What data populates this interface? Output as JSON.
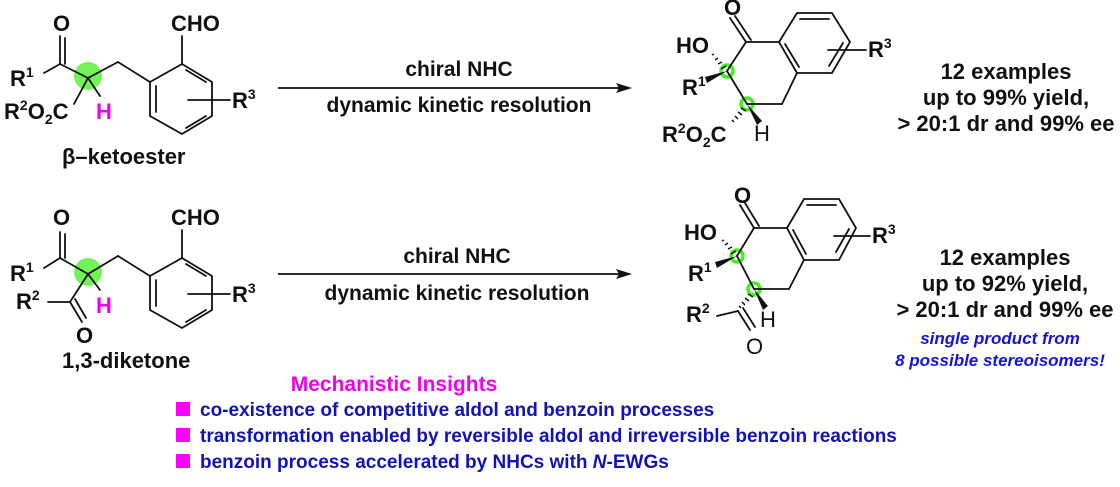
{
  "colors": {
    "highlight": "#ee00ee",
    "stereocenter": "#44ee22",
    "note_text": "#1414d2",
    "mechanism_text": "#1212bb",
    "bullet": "#ff00ff"
  },
  "reaction1": {
    "substrate_name": "β–ketoester",
    "substrate_atoms": {
      "ketone_O": "O",
      "aldehyde": "CHO",
      "r1": "R",
      "r1_sup": "1",
      "ester_r": "R",
      "ester_sup": "2",
      "ester_o": "O",
      "ester_sub": "2",
      "ester_c": "C",
      "h": "H",
      "r3": "R",
      "r3_sup": "3"
    },
    "reagent_above": "chiral NHC",
    "reagent_below": "dynamic kinetic resolution",
    "product_atoms": {
      "ketone_O": "O",
      "ho": "HO",
      "r1": "R",
      "r1_sup": "1",
      "ester_r": "R",
      "ester_sup": "2",
      "ester_o": "O",
      "ester_sub": "2",
      "ester_c": "C",
      "h": "H",
      "r3": "R",
      "r3_sup": "3"
    },
    "results": [
      "12 examples",
      "up to 99% yield,",
      "> 20:1 dr and 99% ee"
    ]
  },
  "reaction2": {
    "substrate_name": "1,3-diketone",
    "substrate_atoms": {
      "ketone_O": "O",
      "ketone2_O": "O",
      "aldehyde": "CHO",
      "r1": "R",
      "r1_sup": "1",
      "r2": "R",
      "r2_sup": "2",
      "h": "H",
      "r3": "R",
      "r3_sup": "3"
    },
    "reagent_above": "chiral NHC",
    "reagent_below": "dynamic kinetic resolution",
    "product_atoms": {
      "ketone_O": "O",
      "ketone2_O": "O",
      "ho": "HO",
      "r1": "R",
      "r1_sup": "1",
      "r2": "R",
      "r2_sup": "2",
      "h": "H",
      "r3": "R",
      "r3_sup": "3"
    },
    "results": [
      "12 examples",
      "up to 92% yield,",
      "> 20:1 dr and 99% ee"
    ],
    "note": [
      "single product from",
      "8 possible stereoisomers!"
    ]
  },
  "mechanism": {
    "title": "Mechanistic Insights",
    "items": [
      {
        "text": "co-existence of competitive aldol and benzoin processes"
      },
      {
        "text": "transformation enabled by reversible aldol and irreversible benzoin reactions"
      },
      {
        "pre": "benzoin process accelerated by NHCs with ",
        "italic": "N",
        "post": "-EWGs"
      }
    ]
  }
}
